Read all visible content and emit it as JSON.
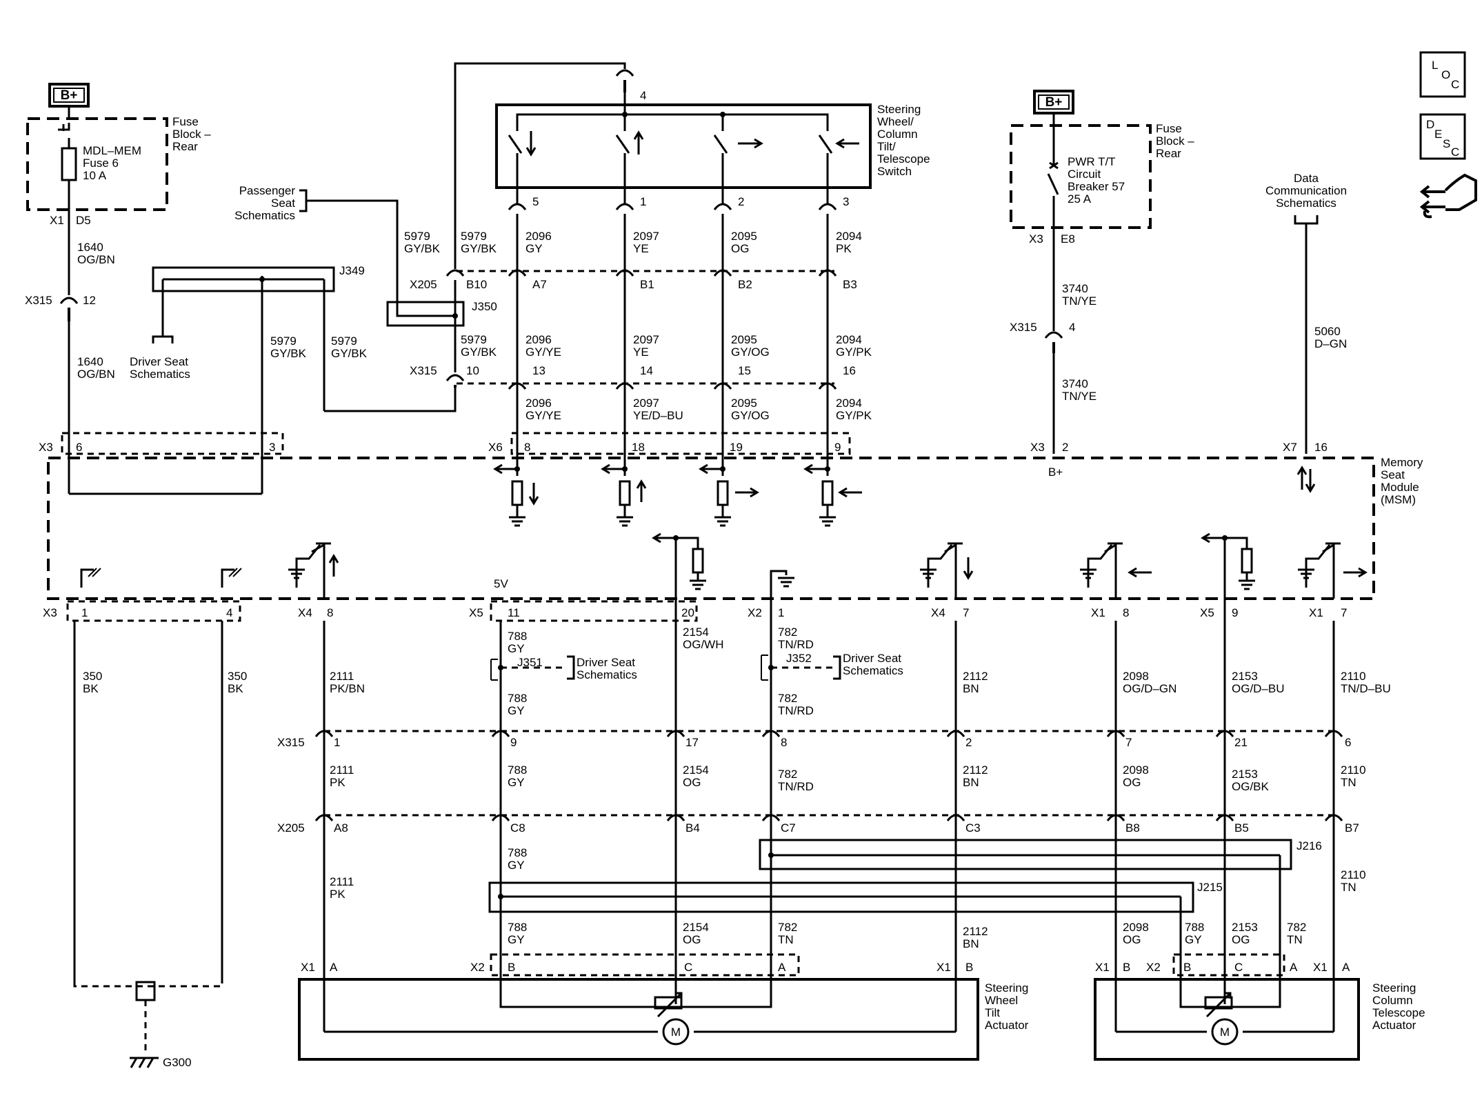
{
  "power": {
    "left_bplus": "B+",
    "right_bplus": "B+",
    "fuse_block_left": [
      "Fuse",
      "Block –",
      "Rear"
    ],
    "fuse_left": [
      "MDL–MEM",
      "Fuse 6",
      "10 A"
    ],
    "fuse_block_right": [
      "Fuse",
      "Block –",
      "Rear"
    ],
    "breaker_right": [
      "PWR T/T",
      "Circuit",
      "Breaker 57",
      "25 A"
    ]
  },
  "nav_icons": {
    "loc": [
      "L",
      "O",
      "C"
    ],
    "desc": [
      "D",
      "E",
      "S",
      "C"
    ],
    "wrench_icon": "wrench-arrows-icon"
  },
  "labels": {
    "switch_title": [
      "Steering",
      "Wheel/",
      "Column",
      "Tilt/",
      "Telescope",
      "Switch"
    ],
    "passenger_seat": [
      "Passenger",
      "Seat",
      "Schematics"
    ],
    "driver_seat_left": [
      "Driver Seat",
      "Schematics"
    ],
    "driver_seat_j351": [
      "Driver Seat",
      "Schematics"
    ],
    "driver_seat_j352": [
      "Driver Seat",
      "Schematics"
    ],
    "data_comm": [
      "Data",
      "Communication",
      "Schematics"
    ],
    "msm": [
      "Memory",
      "Seat",
      "Module",
      "(MSM)"
    ],
    "tilt_actuator": [
      "Steering",
      "Wheel",
      "Tilt",
      "Actuator"
    ],
    "telescope_actuator": [
      "Steering",
      "Column",
      "Telescope",
      "Actuator"
    ],
    "g300": "G300",
    "five_v": "5V",
    "b_plus_pin": "B+",
    "motor": "M"
  },
  "splices": {
    "j349": "J349",
    "j350": "J350",
    "j351": "J351",
    "j352": "J352",
    "j215": "J215",
    "j216": "J216"
  },
  "connectors": {
    "x1_d5": [
      "X1",
      "D5"
    ],
    "x315_12": [
      "X315",
      "12"
    ],
    "x205_b10": [
      "X205",
      "B10"
    ],
    "x315_10": [
      "X315",
      "10"
    ],
    "x3_6": [
      "X3",
      "6"
    ],
    "x3_3": "3",
    "x6_8": [
      "X6",
      "8"
    ],
    "pin_top_4": "4",
    "sw_pins": [
      "5",
      "1",
      "2",
      "3"
    ],
    "x205_row": [
      "A7",
      "B1",
      "B2",
      "B3"
    ],
    "x315_row": [
      "13",
      "14",
      "15",
      "16"
    ],
    "x6_row": [
      "18",
      "19",
      "9"
    ],
    "x3_e8": [
      "X3",
      "E8"
    ],
    "x315_4": [
      "X315",
      "4"
    ],
    "x3_2": [
      "X3",
      "2"
    ],
    "x7_16": [
      "X7",
      "16"
    ],
    "bottom_row": [
      [
        "X3",
        "1"
      ],
      [
        "",
        "4"
      ],
      [
        "X4",
        "8"
      ],
      [
        "X5",
        "11"
      ],
      [
        "",
        "20"
      ],
      [
        "X2",
        "1"
      ],
      [
        "X4",
        "7"
      ],
      [
        "X1",
        "8"
      ],
      [
        "X5",
        "9"
      ],
      [
        "X1",
        "7"
      ]
    ],
    "x315_bottom": [
      "X315",
      "1",
      "9",
      "17",
      "8",
      "2",
      "7",
      "21",
      "6"
    ],
    "x205_bottom": [
      "X205",
      "A8",
      "C8",
      "B4",
      "C7",
      "C3",
      "B8",
      "B5",
      "B7"
    ],
    "tilt_conn": [
      "X1",
      "A",
      "X2",
      "B",
      "C",
      "A",
      "X1",
      "B"
    ],
    "tele_conn": [
      "X1",
      "B",
      "X2",
      "B",
      "C",
      "A",
      "X1",
      "A"
    ]
  },
  "wires": {
    "w1640a": [
      "1640",
      "OG/BN"
    ],
    "w1640b": [
      "1640",
      "OG/BN"
    ],
    "w5979_pass": [
      "5979",
      "GY/BK"
    ],
    "w5979_top": [
      "5979",
      "GY/BK"
    ],
    "w5979_j349a": [
      "5979",
      "GY/BK"
    ],
    "w5979_j349b": [
      "5979",
      "GY/BK"
    ],
    "w5979_mid": [
      "5979",
      "GY/BK"
    ],
    "top_row": [
      [
        "2096",
        "GY"
      ],
      [
        "2097",
        "YE"
      ],
      [
        "2095",
        "OG"
      ],
      [
        "2094",
        "PK"
      ]
    ],
    "mid_row": [
      [
        "2096",
        "GY/YE"
      ],
      [
        "2097",
        "YE"
      ],
      [
        "2095",
        "GY/OG"
      ],
      [
        "2094",
        "GY/PK"
      ]
    ],
    "low_row": [
      [
        "2096",
        "GY/YE"
      ],
      [
        "2097",
        "YE/D–BU"
      ],
      [
        "2095",
        "GY/OG"
      ],
      [
        "2094",
        "GY/PK"
      ]
    ],
    "w3740a": [
      "3740",
      "TN/YE"
    ],
    "w3740b": [
      "3740",
      "TN/YE"
    ],
    "w5060": [
      "5060",
      "D–GN"
    ],
    "w350a": [
      "350",
      "BK"
    ],
    "w350b": [
      "350",
      "BK"
    ],
    "upper_bottom": [
      [
        "2111",
        "PK/BN"
      ],
      [
        "788",
        "GY"
      ],
      [
        "2154",
        "OG/WH"
      ],
      [
        "782",
        "TN/RD"
      ],
      [
        "2112",
        "BN"
      ],
      [
        "2098",
        "OG/D–GN"
      ],
      [
        "2153",
        "OG/D–BU"
      ],
      [
        "2110",
        "TN/D–BU"
      ]
    ],
    "w788_j351": [
      "788",
      "GY"
    ],
    "w782_j352": [
      "782",
      "TN/RD"
    ],
    "middle_bottom": [
      [
        "2111",
        "PK"
      ],
      [
        "788",
        "GY"
      ],
      [
        "2154",
        "OG"
      ],
      [
        "782",
        "TN/RD"
      ],
      [
        "2112",
        "BN"
      ],
      [
        "2098",
        "OG"
      ],
      [
        "2153",
        "OG/BK"
      ],
      [
        "2110",
        "TN"
      ]
    ],
    "w2111_pk": [
      "2111",
      "PK"
    ],
    "w788_gy": [
      "788",
      "GY"
    ],
    "w2110_tn": [
      "2110",
      "TN"
    ],
    "lower_bottom": [
      [
        "788",
        "GY"
      ],
      [
        "2154",
        "OG"
      ],
      [
        "782",
        "TN"
      ],
      [
        "2112",
        "BN"
      ],
      [
        "2098",
        "OG"
      ],
      [
        "788",
        "GY"
      ],
      [
        "2153",
        "OG"
      ],
      [
        "782",
        "TN"
      ]
    ]
  }
}
